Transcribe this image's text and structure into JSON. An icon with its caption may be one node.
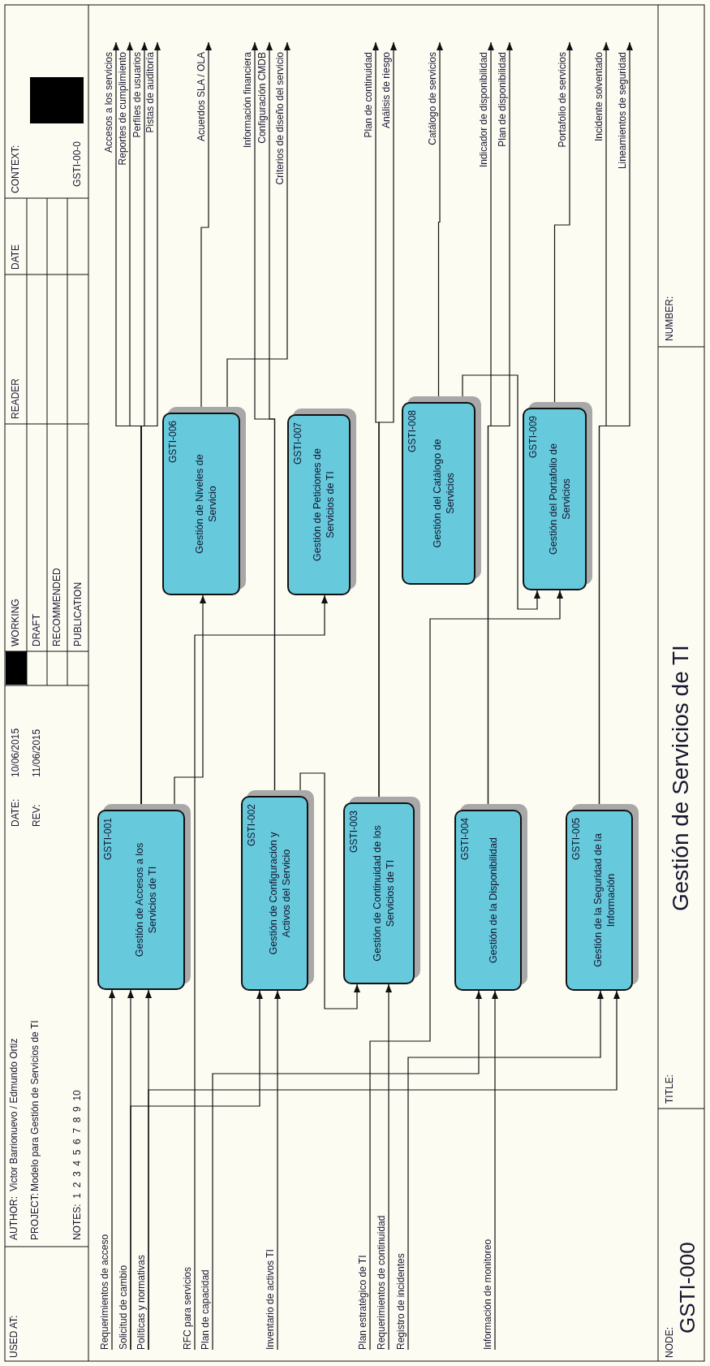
{
  "diagram": {
    "title": "Gestión de Servicios de TI",
    "nodes": [
      {
        "text": [
          "GSTI-001",
          "Gestión de Accesos a los Servicios de TI"
        ]
      },
      {
        "text": [
          "GSTI-002",
          "Gestión de Configuración y Activos del Servicio"
        ]
      },
      {
        "text": [
          "GSTI-003",
          "Gestión de Continuidad de los Servicios de TI"
        ]
      },
      {
        "text": [
          "GSTI-004",
          "Gestión de la Disponibilidad"
        ]
      },
      {
        "text": [
          "GSTI-005",
          "Gestión de la Seguridad de la Información"
        ]
      },
      {
        "text": [
          "GSTI-006",
          "Gestión de Niveles de Servicio"
        ]
      },
      {
        "text": [
          "GSTI-007",
          "Gestión de Peticiones de Servicios de TI"
        ]
      },
      {
        "text": [
          "GSTI-008",
          "Gestión del Catálogo de Servicios"
        ]
      },
      {
        "text": [
          "GSTI-009",
          "Gestión del Portafolio de Servicios"
        ]
      },
      {
        "text": [
          "Requerimientos de acceso"
        ]
      },
      {
        "text": [
          "Solicitud de cambio"
        ]
      },
      {
        "text": [
          "Políticas y normativas"
        ]
      },
      {
        "text": [
          "RFC para servicios"
        ]
      },
      {
        "text": [
          "Plan de capacidad"
        ]
      },
      {
        "text": [
          "Inventario de activos TI"
        ]
      },
      {
        "text": [
          "Plan estratégico de TI"
        ]
      },
      {
        "text": [
          "Requerimientos de continuidad"
        ]
      },
      {
        "text": [
          "Registro de incidentes"
        ]
      },
      {
        "text": [
          "Información de monitoreo"
        ]
      },
      {
        "text": [
          "Accesos a los servicios"
        ]
      },
      {
        "text": [
          "Reportes de cumplimiento"
        ]
      },
      {
        "text": [
          "Perfiles de usuarios"
        ]
      },
      {
        "text": [
          "Pistas de auditoría"
        ]
      },
      {
        "text": [
          "Acuerdos SLA / OLA"
        ]
      },
      {
        "text": [
          "Información financiera"
        ]
      },
      {
        "text": [
          "Configuración CMDB"
        ]
      },
      {
        "text": [
          "Criterios de diseño del servicio"
        ]
      },
      {
        "text": [
          "Plan de continuidad"
        ]
      },
      {
        "text": [
          "Análisis de riesgo"
        ]
      },
      {
        "text": [
          "Catálogo de servicios"
        ]
      },
      {
        "text": [
          "Indicador de disponibilidad"
        ]
      },
      {
        "text": [
          "Plan de disponibilidad"
        ]
      },
      {
        "text": [
          "Portafolio de servicios"
        ]
      },
      {
        "text": [
          "Incidente solventado"
        ]
      },
      {
        "text": [
          "Lineamientos de seguridad"
        ]
      }
    ],
    "edges": [
      {
        "from": 9,
        "to": 0,
        "arrow": "to"
      },
      {
        "from": 10,
        "to": 0,
        "arrow": "to"
      },
      {
        "from": 11,
        "to": 0,
        "arrow": "to"
      },
      {
        "from": 11,
        "to": 4,
        "arrow": "to"
      },
      {
        "from": 10,
        "to": 1,
        "arrow": "to"
      },
      {
        "from": 12,
        "to": 6,
        "arrow": "to"
      },
      {
        "from": 13,
        "to": 3,
        "arrow": "to"
      },
      {
        "from": 14,
        "to": 1,
        "arrow": "to"
      },
      {
        "from": 15,
        "to": 8,
        "arrow": "to"
      },
      {
        "from": 16,
        "to": 2,
        "arrow": "to"
      },
      {
        "from": 17,
        "to": 4,
        "arrow": "to"
      },
      {
        "from": 18,
        "to": 3,
        "arrow": "to"
      },
      {
        "from": 0,
        "to": 19,
        "arrow": "to"
      },
      {
        "from": 0,
        "to": 20,
        "arrow": "to"
      },
      {
        "from": 0,
        "to": 21,
        "arrow": "to"
      },
      {
        "from": 0,
        "to": 22,
        "arrow": "to"
      },
      {
        "from": 5,
        "to": 23,
        "arrow": "to"
      },
      {
        "from": 1,
        "to": 24,
        "arrow": "to"
      },
      {
        "from": 1,
        "to": 25,
        "arrow": "to"
      },
      {
        "from": 5,
        "to": 26,
        "arrow": "to"
      },
      {
        "from": 2,
        "to": 27,
        "arrow": "to"
      },
      {
        "from": 2,
        "to": 28,
        "arrow": "to"
      },
      {
        "from": 7,
        "to": 29,
        "arrow": "to"
      },
      {
        "from": 3,
        "to": 30,
        "arrow": "to"
      },
      {
        "from": 3,
        "to": 31,
        "arrow": "to"
      },
      {
        "from": 8,
        "to": 32,
        "arrow": "to"
      },
      {
        "from": 4,
        "to": 33,
        "arrow": "to"
      },
      {
        "from": 4,
        "to": 34,
        "arrow": "to"
      },
      {
        "from": 0,
        "to": 5,
        "arrow": "to"
      },
      {
        "from": 1,
        "to": 2,
        "arrow": "to"
      },
      {
        "from": 7,
        "to": 8,
        "arrow": "to"
      }
    ],
    "labels": [
      "USED AT:",
      "AUTHOR:",
      "Victor Barrionuevo / Edmundo Ortiz",
      "DATE:",
      "10/06/2015",
      "PROJECT:",
      "Modelo para Gestión de Servicios de TI",
      "REV:",
      "11/06/2015",
      "NOTES:  1  2  3  4  5  6  7  8  9  10",
      "WORKING",
      "DRAFT",
      "RECOMMENDED",
      "PUBLICATION",
      "READER",
      "DATE",
      "CONTEXT:",
      "GSTI-00-0",
      "NODE:",
      "GSTI-000",
      "TITLE:",
      "NUMBER:"
    ]
  }
}
